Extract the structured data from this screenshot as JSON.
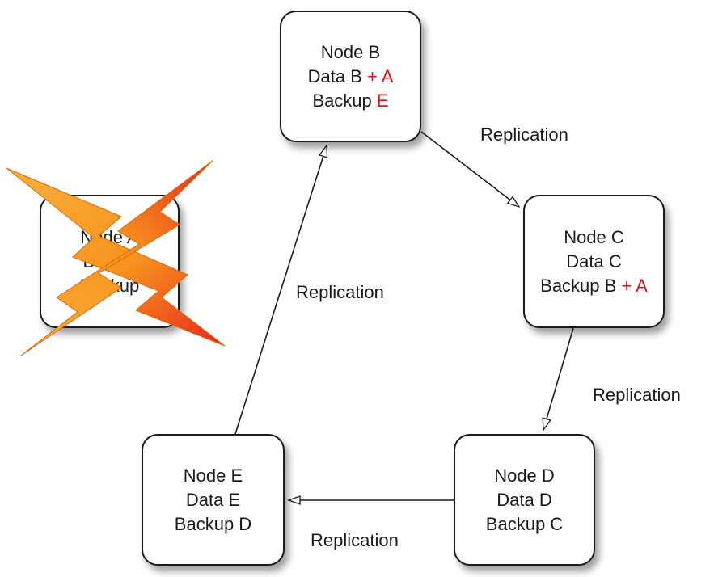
{
  "nodes": {
    "a": {
      "name": "Node A",
      "data": "Data A",
      "backup": "Backup"
    },
    "b": {
      "name": "Node B",
      "data": "Data B",
      "data_added": "+ A",
      "backup": "Backup",
      "backup_added": "E"
    },
    "c": {
      "name": "Node C",
      "data": "Data C",
      "backup": "Backup B",
      "backup_added": "+ A"
    },
    "d": {
      "name": "Node D",
      "data": "Data D",
      "backup": "Backup C"
    },
    "e": {
      "name": "Node E",
      "data": "Data E",
      "backup": "Backup D"
    }
  },
  "edges": {
    "b_to_c": "Replication",
    "e_to_b": "Replication",
    "c_to_d": "Replication",
    "d_to_e": "Replication"
  },
  "colors": {
    "added_text": "#d8141c",
    "failure_bolt_outer": "#f7931e",
    "failure_bolt_inner": "#e8261c"
  },
  "icons": {
    "failure": "lightning-cross-icon"
  }
}
